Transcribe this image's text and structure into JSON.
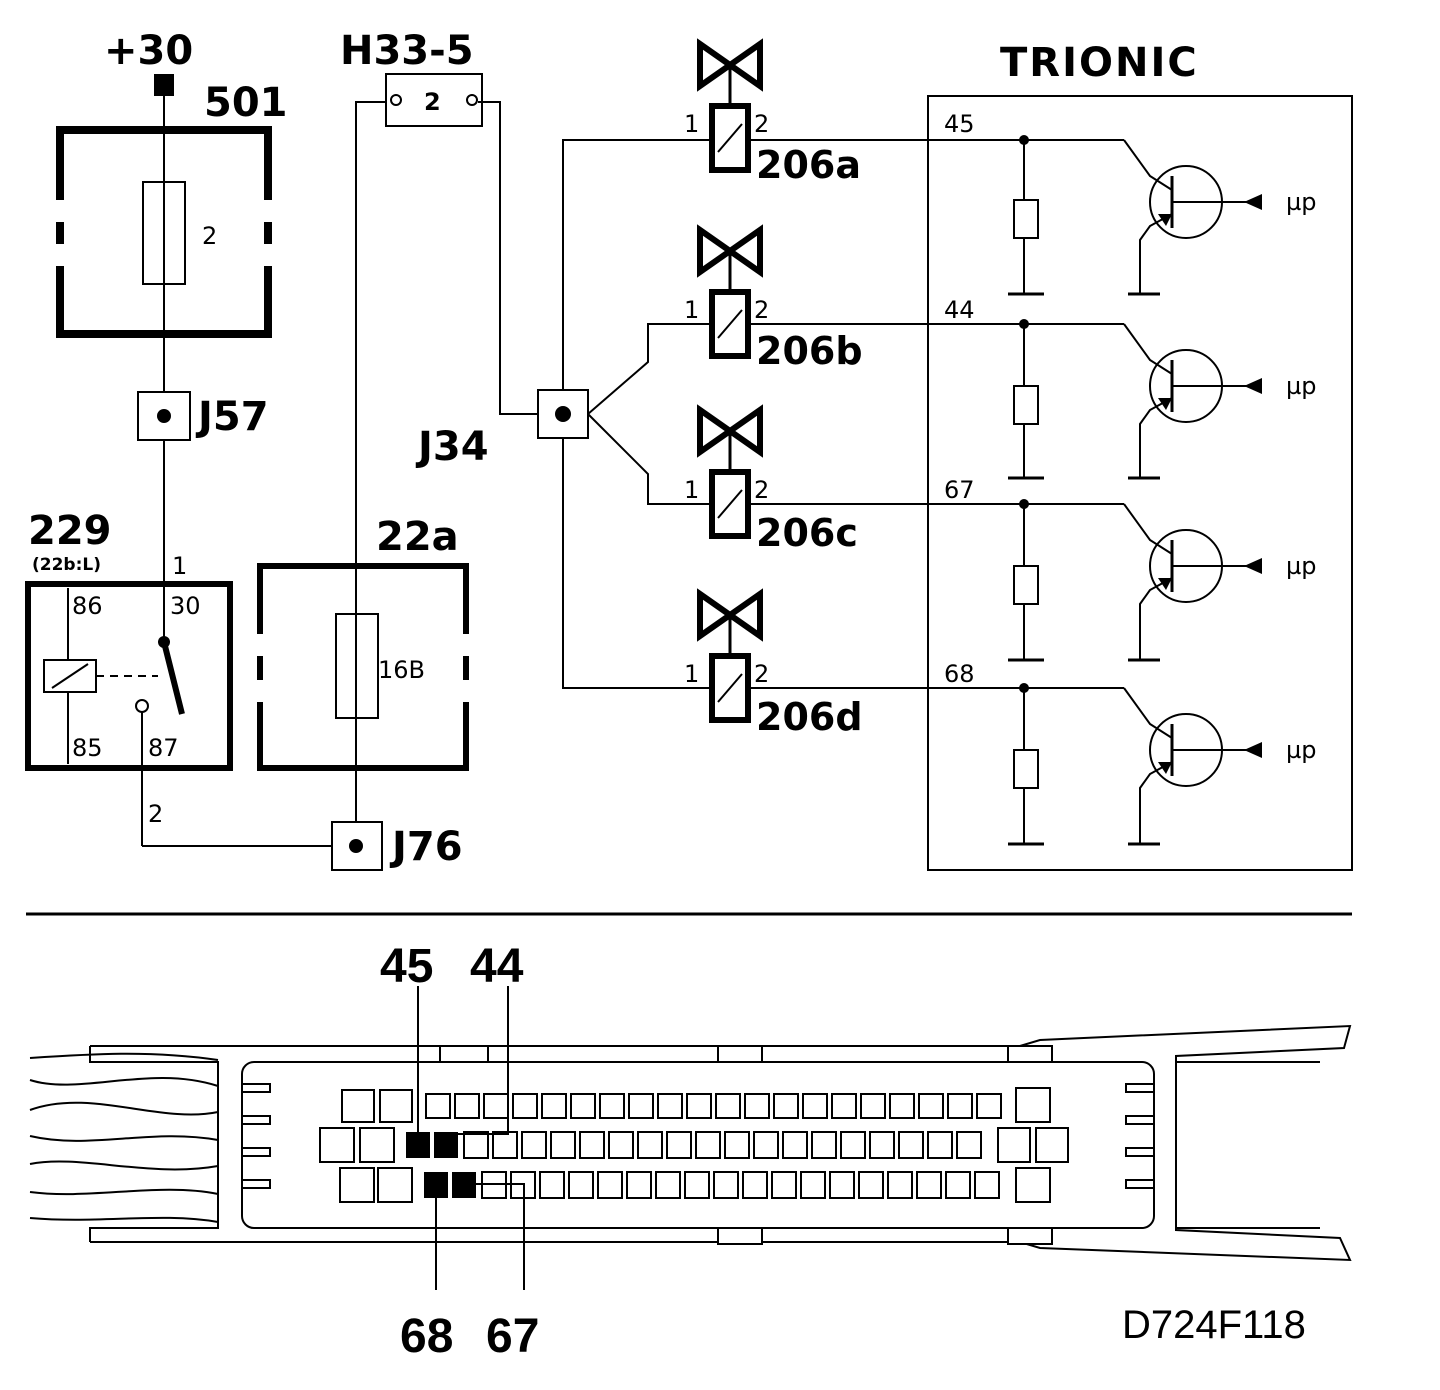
{
  "labels": {
    "plus30": "+30",
    "fuse501": "501",
    "fuse501_value": "2",
    "j57": "J57",
    "relay229": "229",
    "relay229_sub": "(22b:L)",
    "relay_terminal_86": "86",
    "relay_terminal_30": "30",
    "relay_terminal_85": "85",
    "relay_terminal_87": "87",
    "wire_1": "1",
    "wire_2": "2",
    "fuse22a": "22a",
    "fuse22a_value": "16B",
    "j76": "J76",
    "connector_h33": "H33-5",
    "connector_h33_pin": "2",
    "j34": "J34",
    "trionic": "TRIONIC",
    "code": "D724F118"
  },
  "injectors": [
    {
      "id": "206a",
      "pin1": "1",
      "pin2": "2",
      "ecu_pin": "45",
      "driver_input": "µp"
    },
    {
      "id": "206b",
      "pin1": "1",
      "pin2": "2",
      "ecu_pin": "44",
      "driver_input": "µp"
    },
    {
      "id": "206c",
      "pin1": "1",
      "pin2": "2",
      "ecu_pin": "67",
      "driver_input": "µp"
    },
    {
      "id": "206d",
      "pin1": "1",
      "pin2": "2",
      "ecu_pin": "68",
      "driver_input": "µp"
    }
  ],
  "connector_callouts": {
    "top_left": "45",
    "top_right": "44",
    "bottom_left": "68",
    "bottom_right": "67"
  }
}
